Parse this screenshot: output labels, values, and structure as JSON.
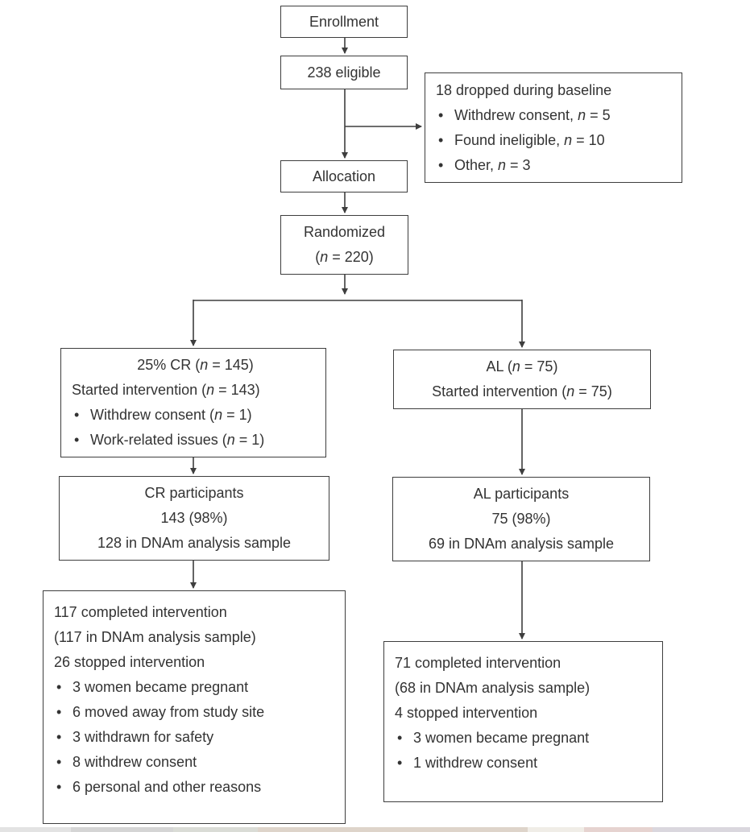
{
  "colors": {
    "line": "#3e3e3e",
    "text": "#333333"
  },
  "figure": {
    "bullet_char": "•"
  },
  "boxes": {
    "enrollment": {
      "label": "Enrollment"
    },
    "eligible": {
      "label": "238 eligible"
    },
    "dropped": {
      "title": "18 dropped during baseline",
      "bullets": [
        "Withdrew consent, n = 5",
        "Found ineligible, n = 10",
        "Other, n = 3"
      ]
    },
    "allocation": {
      "label": "Allocation"
    },
    "randomized": {
      "line1": "Randomized",
      "line2": "(n = 220)"
    },
    "cr_branch": {
      "line1": "25% CR (n = 145)",
      "line2": "Started intervention (n = 143)",
      "bullets": [
        "Withdrew consent (n = 1)",
        "Work-related issues (n = 1)"
      ]
    },
    "al_branch": {
      "line1": "AL (n = 75)",
      "line2": "Started intervention (n = 75)"
    },
    "cr_participants": {
      "lines": [
        "CR participants",
        "143 (98%)",
        "128 in DNAm analysis sample"
      ]
    },
    "al_participants": {
      "lines": [
        "AL participants",
        "75 (98%)",
        "69 in DNAm analysis sample"
      ]
    },
    "cr_outcome": {
      "lines": [
        "117 completed intervention",
        "(117 in DNAm analysis sample)",
        "26 stopped intervention"
      ],
      "bullets": [
        "3 women became pregnant",
        "6 moved away from study site",
        "3 withdrawn for safety",
        "8 withdrew consent",
        "6 personal and other reasons"
      ]
    },
    "al_outcome": {
      "lines": [
        "71 completed intervention",
        "(68 in DNAm analysis sample)",
        "4 stopped intervention"
      ],
      "bullets": [
        "3 women became pregnant",
        "1 withdrew consent"
      ]
    }
  }
}
